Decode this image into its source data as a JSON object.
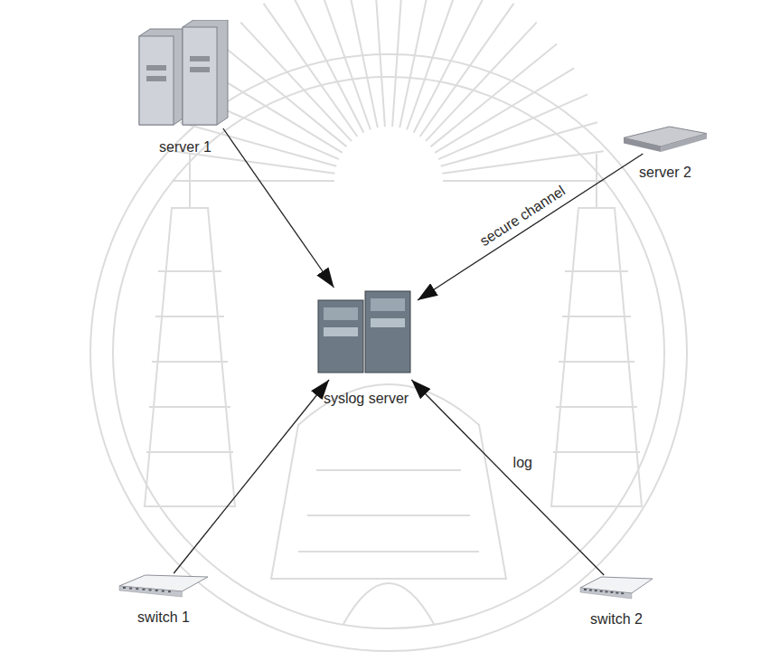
{
  "diagram": {
    "nodes": [
      {
        "text": [
          "server 1"
        ]
      },
      {
        "text": [
          "server 2"
        ]
      },
      {
        "text": [
          "syslog server"
        ]
      },
      {
        "text": [
          "switch 1"
        ]
      },
      {
        "text": [
          "switch 2"
        ]
      }
    ],
    "edges": [
      {
        "from": 0,
        "to": 2,
        "arrow": "to"
      },
      {
        "from": 1,
        "to": 2,
        "label": "secure channel",
        "arrow": "to"
      },
      {
        "from": 3,
        "to": 2,
        "arrow": "to"
      },
      {
        "from": 4,
        "to": 2,
        "label": "log",
        "arrow": "to"
      }
    ]
  }
}
